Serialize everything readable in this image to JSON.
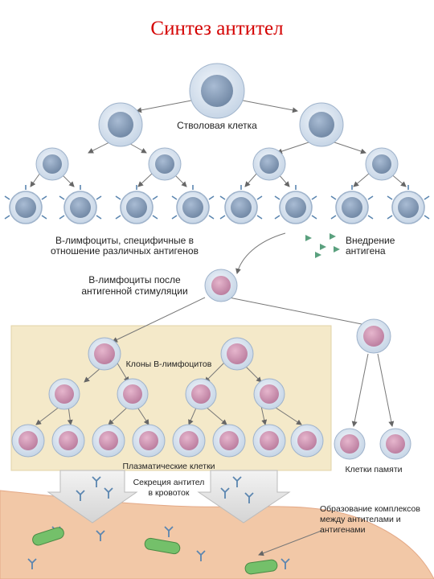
{
  "title": "Синтез антител",
  "labels": {
    "stem_cell": "Стволовая клетка",
    "b_lymph_specific_1": "В-лимфоциты, специфичные в",
    "b_lymph_specific_2": "отношение различных антигенов",
    "antigen_intro_1": "Внедрение",
    "antigen_intro_2": "антигена",
    "after_stim_1": "В-лимфоциты после",
    "after_stim_2": "антигенной стимуляции",
    "clones": "Клоны В-лимфоцитов",
    "plasma": "Плазматические клетки",
    "memory": "Клетки памяти",
    "secretion_1": "Секреция антител",
    "secretion_2": "в кровоток",
    "complex_1": "Образование комплексов",
    "complex_2": "между антителами и",
    "complex_3": "антигенами"
  },
  "colors": {
    "title": "#d40000",
    "panel": "#f4e9c9",
    "blood": "#f2c8a7",
    "nucleus_blue": "#8ea6c3",
    "nucleus_pink": "#d39ab7",
    "receptor": "#5b86b0",
    "antigen": "#5aa07e",
    "bacterium": "#74c06a"
  }
}
